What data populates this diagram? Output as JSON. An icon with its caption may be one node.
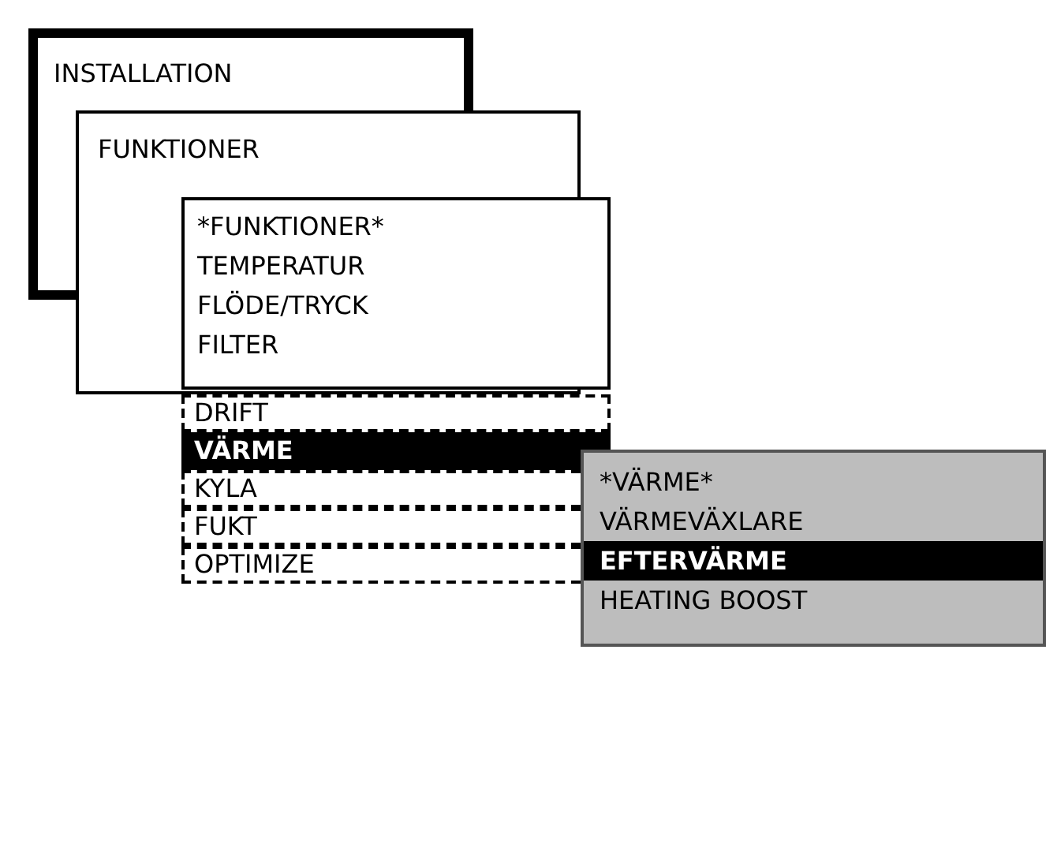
{
  "diagram": {
    "nodes": [
      {
        "text": [
          "INSTALLATION"
        ]
      },
      {
        "text": [
          "FUNKTIONER"
        ]
      },
      {
        "text": [
          "*FUNKTIONER*",
          "TEMPERATUR",
          "FLÖDE/TRYCK",
          "FILTER"
        ]
      },
      {
        "text": [
          "DRIFT"
        ]
      },
      {
        "text": [
          "VÄRME"
        ]
      },
      {
        "text": [
          "KYLA"
        ]
      },
      {
        "text": [
          "FUKT"
        ]
      },
      {
        "text": [
          "OPTIMIZE"
        ]
      },
      {
        "text": [
          "*VÄRME*",
          "VÄRMEVÄXLARE",
          "EFTERVÄRME",
          "HEATING BOOST"
        ]
      }
    ]
  }
}
